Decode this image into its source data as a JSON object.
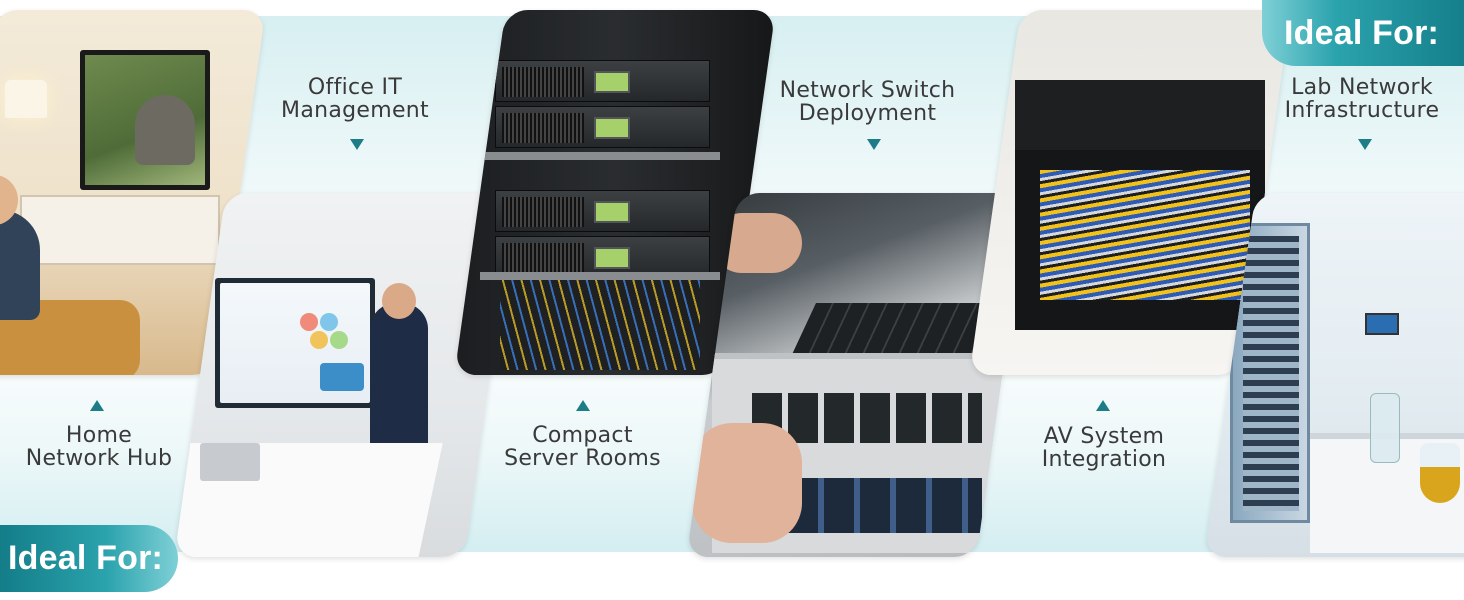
{
  "badges": {
    "top": "Ideal For:",
    "bottom": "Ideal For:"
  },
  "uses": [
    {
      "line1": "Home",
      "line2": "Network Hub"
    },
    {
      "line1": "Office IT",
      "line2": "Management"
    },
    {
      "line1": "Compact",
      "line2": "Server Rooms"
    },
    {
      "line1": "Network Switch",
      "line2": "Deployment"
    },
    {
      "line1": "AV System",
      "line2": "Integration"
    },
    {
      "line1": "Lab Network",
      "line2": "Infrastructure"
    }
  ],
  "colors": {
    "accent": "#1d7d87",
    "badge_light": "#7fd0d6",
    "text": "#3a3a3a",
    "band": "#d7eff1"
  },
  "icons": {
    "caption_up": "triangle-up-icon",
    "caption_down": "triangle-down-icon"
  }
}
